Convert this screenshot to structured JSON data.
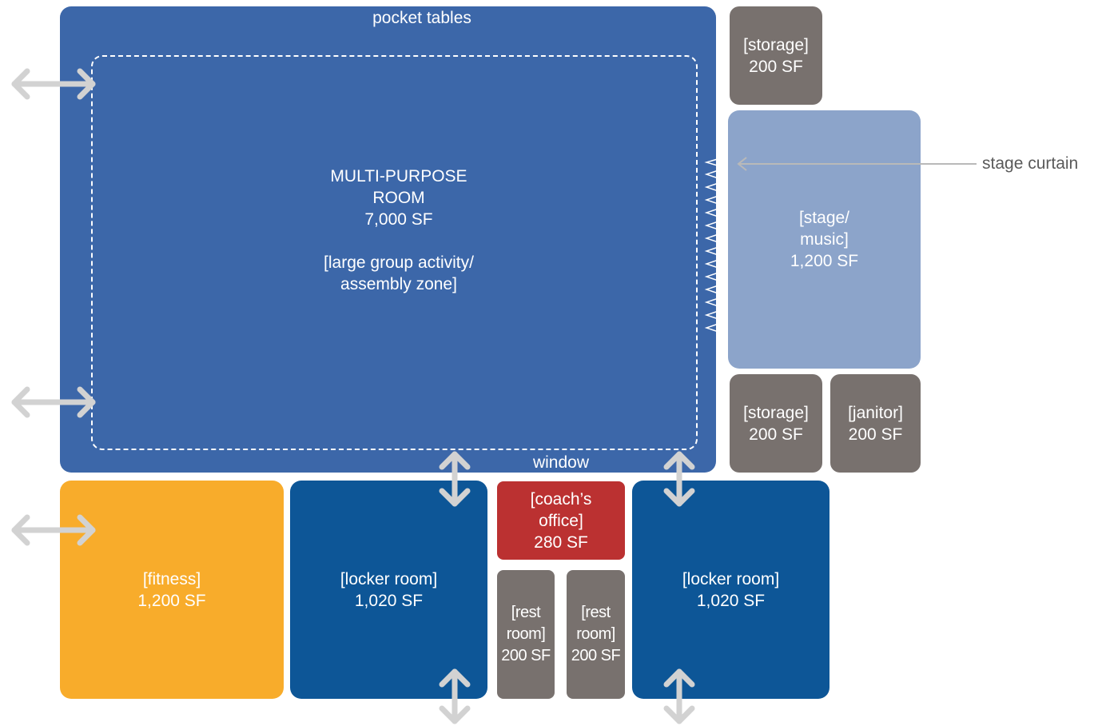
{
  "multipurpose_room": {
    "top_label": "pocket tables",
    "name_line1": "MULTI-PURPOSE",
    "name_line2": "ROOM",
    "area": "7,000 SF",
    "zone_line1": "[large group activity/",
    "zone_line2": "assembly zone]",
    "bottom_label": "window"
  },
  "storage_top": {
    "line1": "[storage]",
    "line2": "200 SF"
  },
  "stage": {
    "line1": "[stage/",
    "line2": "music]",
    "line3": "1,200 SF",
    "callout": "stage curtain"
  },
  "storage_bottom": {
    "line1": "[storage]",
    "line2": "200 SF"
  },
  "janitor": {
    "line1": "[janitor]",
    "line2": "200 SF"
  },
  "fitness": {
    "line1": "[fitness]",
    "line2": "1,200 SF"
  },
  "locker_left": {
    "line1": "[locker room]",
    "line2": "1,020 SF"
  },
  "coach_office": {
    "line1": "[coach’s",
    "line2": "office]",
    "line3": "280 SF"
  },
  "restroom_left": {
    "line1": "[rest",
    "line2": "room]",
    "line3": "200 SF"
  },
  "restroom_right": {
    "line1": "[rest",
    "line2": "room]",
    "line3": "200 SF"
  },
  "locker_right": {
    "line1": "[locker room]",
    "line2": "1,020 SF"
  },
  "colors": {
    "multipurpose": "#3c67a9",
    "stage": "#8ca4ca",
    "support_gray": "#78716e",
    "fitness": "#f8ac2b",
    "locker": "#0d5697",
    "coach_office": "#bb3131",
    "arrow": "#d2d2d2"
  }
}
